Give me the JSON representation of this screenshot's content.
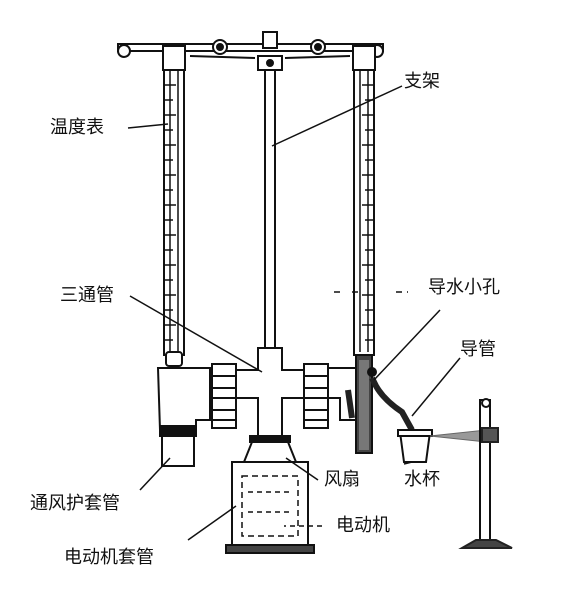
{
  "labels": {
    "thermometer": "温度表",
    "stand": "支架",
    "tee_pipe": "三通管",
    "drain_hole": "导水小孔",
    "conduit": "导管",
    "vent_sleeve": "通风护套管",
    "fan": "风扇",
    "water_cup": "水杯",
    "motor": "电动机",
    "motor_sleeve": "电动机套管"
  }
}
